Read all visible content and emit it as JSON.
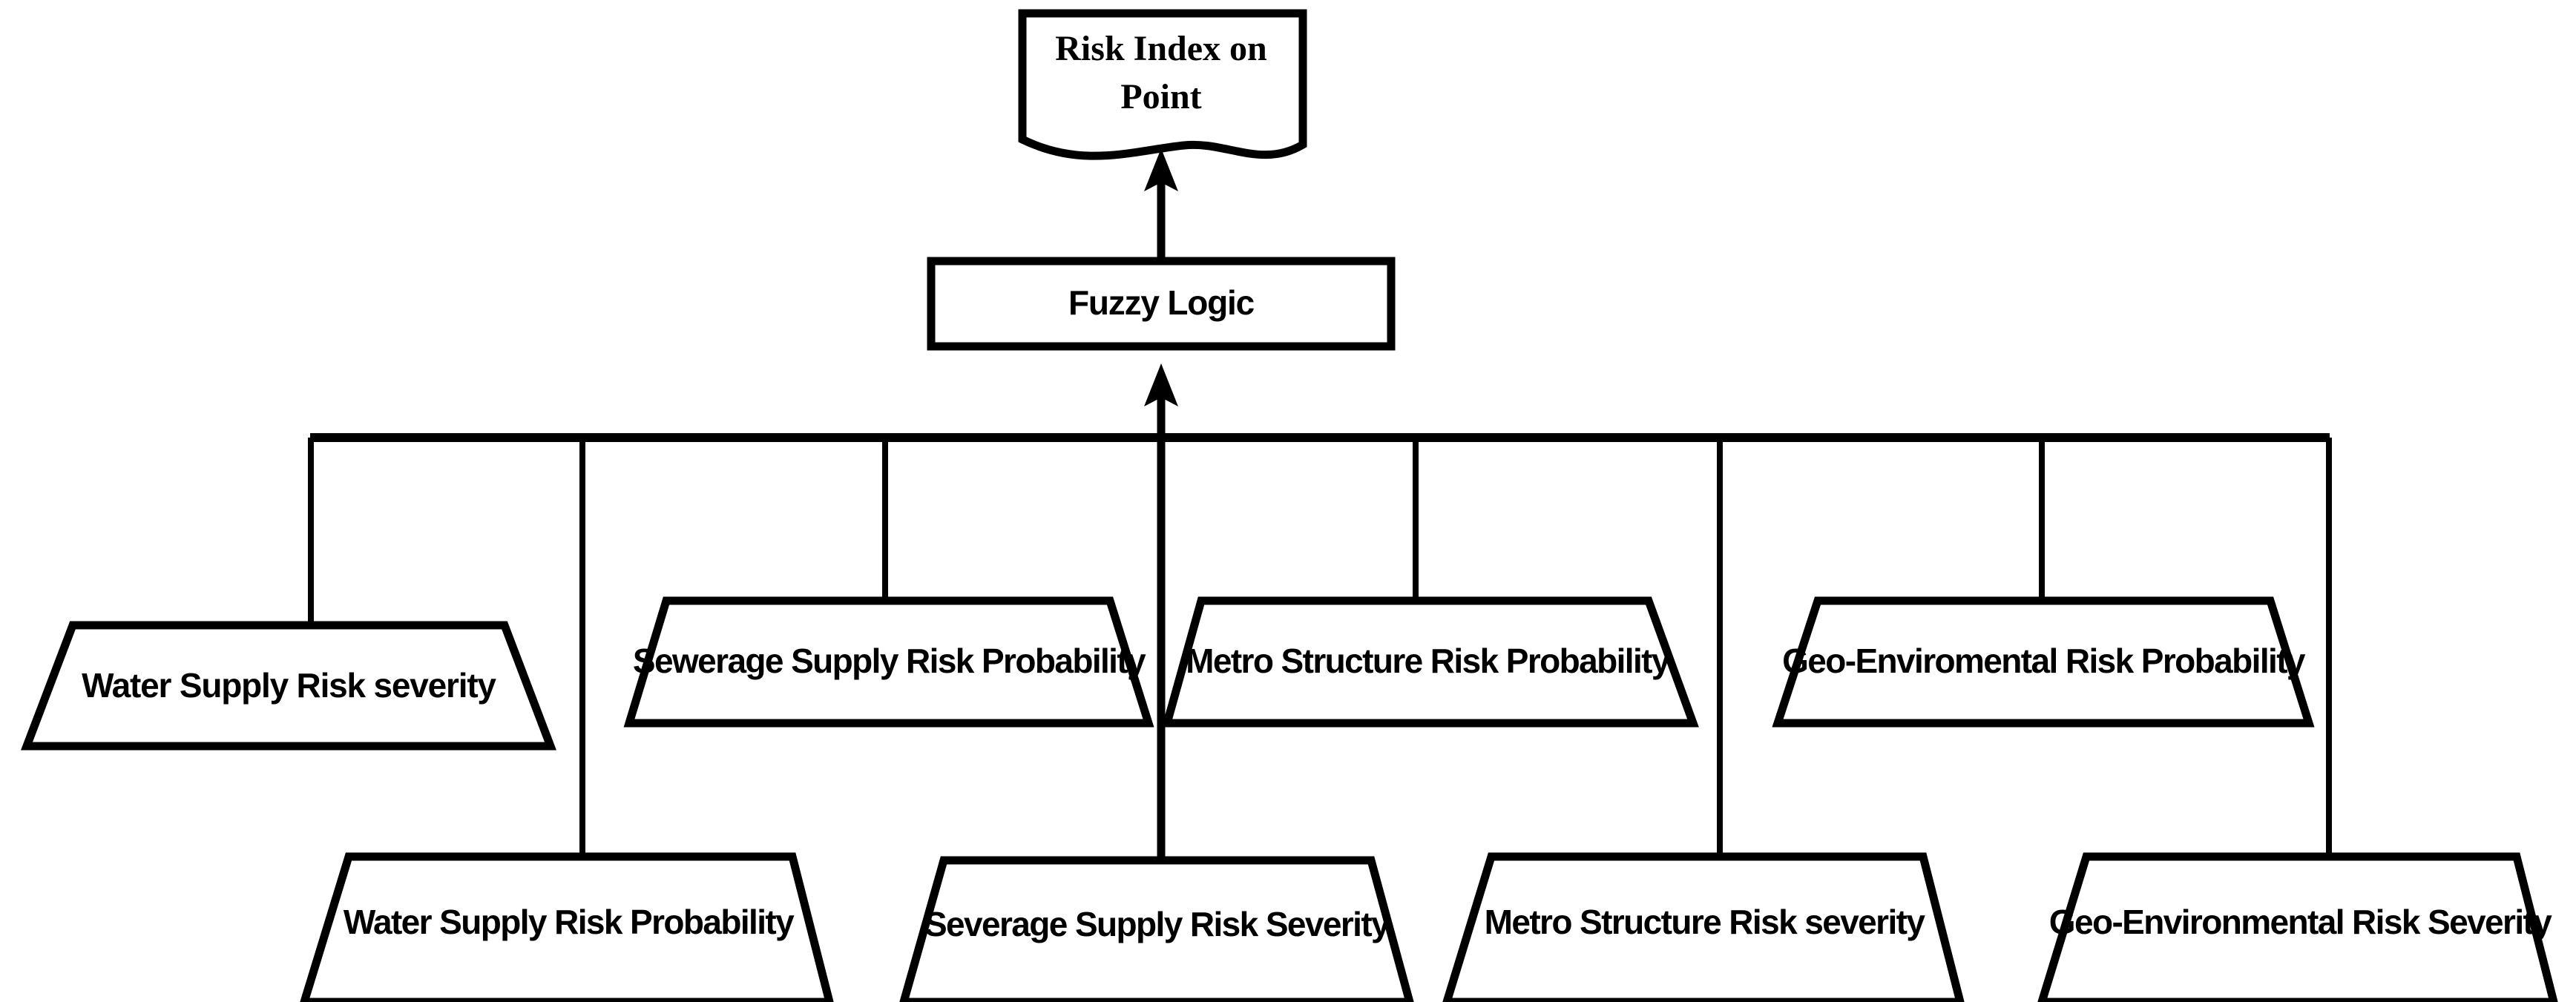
{
  "diagram": {
    "title": "Risk Index Fuzzy Logic Aggregation Flowchart",
    "colors": {
      "background": "#ffffff",
      "stroke": "#000000",
      "fill": "#ffffff"
    },
    "output_node": {
      "shape": "document",
      "line1": "Risk Index on",
      "line2": "Point"
    },
    "process_node": {
      "shape": "rectangle",
      "label": "Fuzzy Logic"
    },
    "middle_row": [
      {
        "label": "Water Supply Risk  severity",
        "shape": "trapezoid"
      },
      {
        "label": "Sewerage Supply Risk Probability",
        "shape": "trapezoid"
      },
      {
        "label": "Metro Structure Risk Probability",
        "shape": "trapezoid"
      },
      {
        "label": "Geo-Enviromental Risk Probability",
        "shape": "trapezoid"
      }
    ],
    "bottom_row": [
      {
        "label": "Water Supply Risk Probability",
        "shape": "trapezoid"
      },
      {
        "label": "Severage Supply Risk Severity",
        "shape": "trapezoid"
      },
      {
        "label": "Metro Structure Risk  severity",
        "shape": "trapezoid"
      },
      {
        "label": "Geo-Environmental Risk Severity",
        "shape": "trapezoid"
      }
    ]
  }
}
